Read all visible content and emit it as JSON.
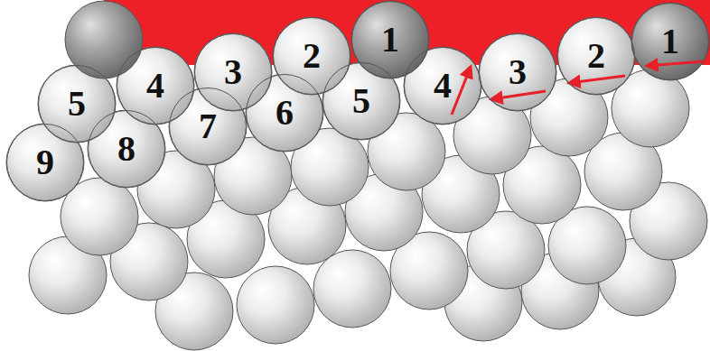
{
  "diagram": {
    "nodes": [
      {
        "text": [
          "1"
        ]
      },
      {
        "text": [
          "2"
        ]
      },
      {
        "text": [
          "3"
        ]
      },
      {
        "text": [
          "4"
        ]
      },
      {
        "text": [
          "5"
        ]
      },
      {
        "text": [
          "5"
        ]
      },
      {
        "text": [
          "6"
        ]
      },
      {
        "text": [
          "7"
        ]
      },
      {
        "text": [
          "8"
        ]
      },
      {
        "text": [
          "9"
        ]
      },
      {
        "text": [
          "1"
        ]
      },
      {
        "text": [
          "2"
        ]
      },
      {
        "text": [
          "3"
        ]
      },
      {
        "text": [
          "4"
        ]
      }
    ]
  }
}
